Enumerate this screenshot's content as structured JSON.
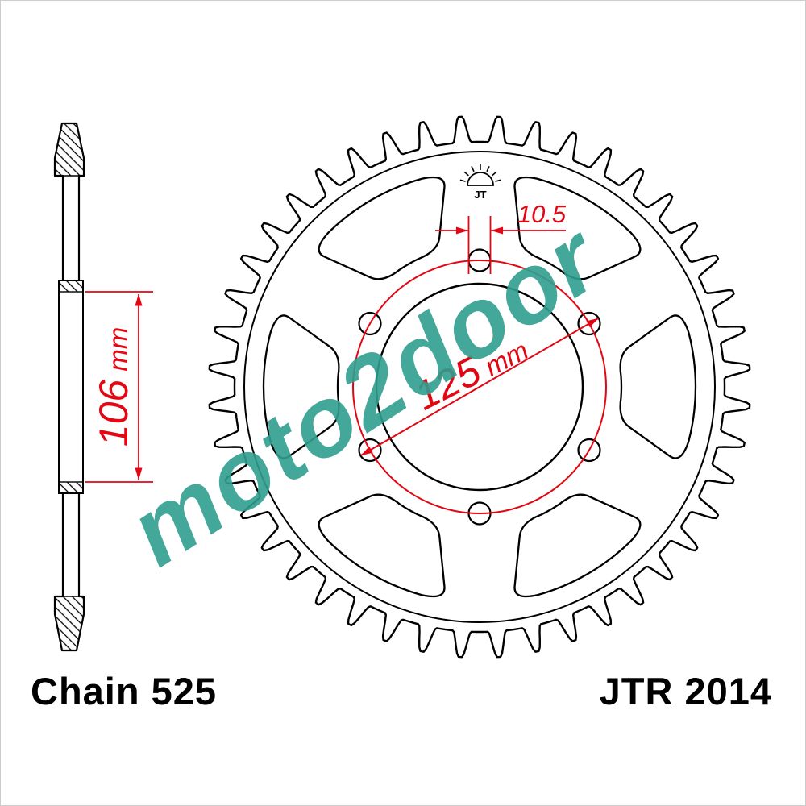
{
  "footer": {
    "chain_label": "Chain 525",
    "part_number": "JTR 2014"
  },
  "dimensions": {
    "hub_width": {
      "value": "106",
      "unit": "mm"
    },
    "bolt_circle_diameter": {
      "value": "125",
      "unit": "mm"
    },
    "bolt_hole_diameter": {
      "value": "10.5"
    }
  },
  "watermark": {
    "text": "moto2door"
  },
  "stamp": {
    "text": "JT"
  },
  "colors": {
    "line": "#000000",
    "dimension": "#e30613",
    "watermark": "#2f9e8f",
    "background": "#ffffff"
  }
}
